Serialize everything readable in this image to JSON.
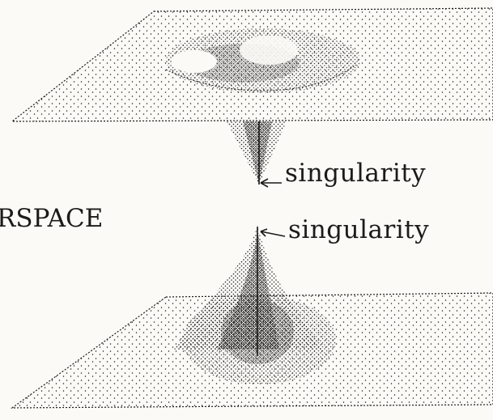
{
  "labels": {
    "singularity_top": "singularity",
    "singularity_bottom": "singularity",
    "hyperspace_fragment": "RSPACE"
  },
  "colors": {
    "ink": "#1b1b1b",
    "paper": "#fbfaf6"
  }
}
